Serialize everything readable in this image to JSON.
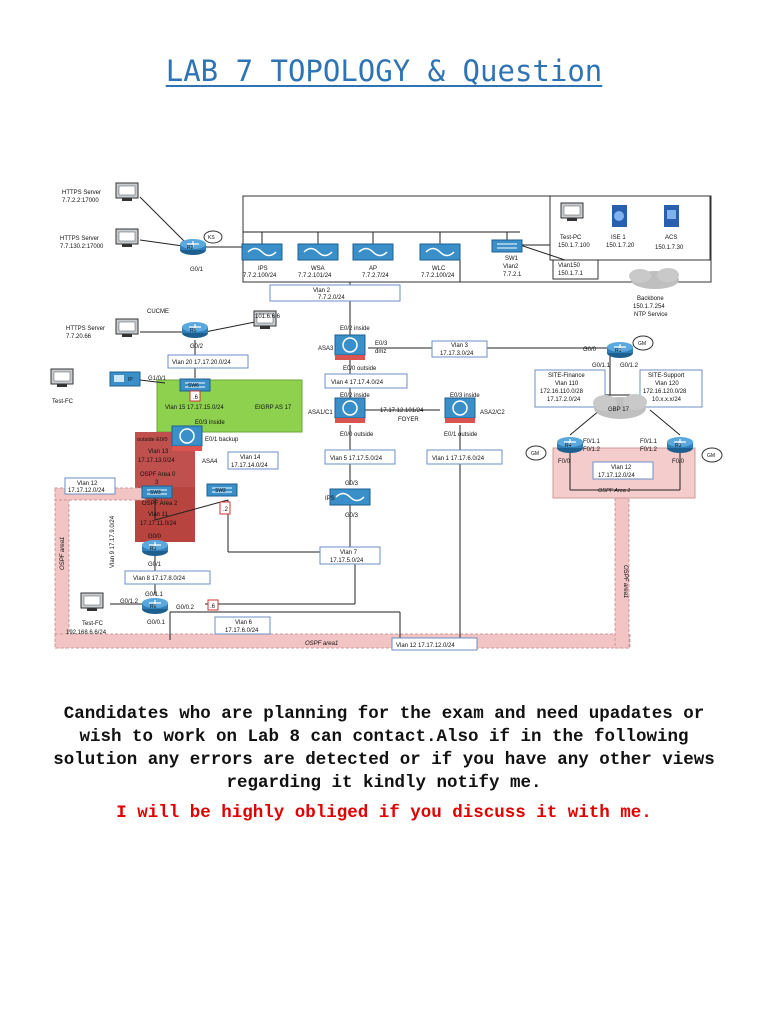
{
  "document": {
    "title": "LAB 7 TOPOLOGY & Question",
    "paragraph": "Candidates who are planning for the exam and need upadates or wish to work on Lab 8 can contact.Also if in the following solution any errors are detected or if you have any other views regarding it kindly notify me.",
    "note": "I will be highly obliged if you discuss it with me.",
    "colors": {
      "title": "#2e74b5",
      "note": "#e00000",
      "router": "#3a8fc9",
      "green_zone": "#8ed14f",
      "red_zone": "#c0504d",
      "ospf_area": "#f2c4c4"
    }
  },
  "diagram": {
    "servers": {
      "s1_name": "HTTPS Server",
      "s1_ip": "7.7.2.2:17000",
      "s2_name": "HTTPS Server",
      "s2_ip": "7.7.130.2:17000",
      "s3_name": "HTTPS Server",
      "s3_ip": "7.7.20.66"
    },
    "r2": {
      "label": "R2",
      "port": "G0/1",
      "ks": "KS"
    },
    "cucme": {
      "label": "CUCME",
      "router": "R5",
      "port": "G0/2",
      "ip": "101.6.6.6"
    },
    "devices": {
      "ips_top_name": "IPS",
      "ips_top_ip": "7.7.2.100/24",
      "wsa_name": "WSA",
      "wsa_ip": "7.7.2.101/24",
      "ap_name": "AP",
      "ap_ip": "7.7.2.7/24",
      "wlc_name": "WLC",
      "wlc_ip": "7.7.2.100/24",
      "sw1_name": "SW1",
      "sw1_vlan": "Vlan2",
      "sw1_ip": "7.7.2.1"
    },
    "site_box": {
      "testpc": "Test-PC",
      "testpc_ip": "150.1.7.100",
      "ise": "ISE 1",
      "ise_ip": "150.1.7.20",
      "acs": "ACS",
      "acs_ip": "150.1.7.30",
      "vlan150": "Vlan150",
      "vlan150_ip": "150.1.7.1"
    },
    "backbone": {
      "label": "Backbone",
      "ip": "150.1.7.254",
      "ntp": "NTP Service"
    },
    "vlans": {
      "v2": "Vlan 2",
      "v2_ip": "7.7.2.0/24",
      "v20": "Vlan 20 17.17.20.0/24",
      "v3": "Vlan 3",
      "v3_ip": "17.17.3.0/24",
      "v4": "Vlan 4 17.17.4.0/24",
      "v5": "Vlan 5 17.17.5.0/24",
      "v1": "Vlan 1 17.17.6.0/24",
      "v7": "Vlan 7",
      "v7_ip": "17.17.5.0/24",
      "v8": "Vlan 8 17.17.8.0/24",
      "v6": "Vlan 6",
      "v6_ip": "17.17.6.0/24",
      "v14": "Vlan 14",
      "v14_ip": "17.17.14.0/24",
      "v12_left": "Vlan 12",
      "v12_left_ip": "17.17.12.0/24",
      "v12_bottom": "Vlan 12 17.17.12.0/24",
      "v9": "Vlan 9 17.17.9.0/24"
    },
    "asa3": {
      "label": "ASA3",
      "e02": "E0/2 inside",
      "e03": "E0/3",
      "dmz": "dmz",
      "e00": "E0/0 outside"
    },
    "asa1": {
      "label": "ASA1/C1",
      "e02": "E0/2 inside",
      "e00": "E0/0 outside"
    },
    "asa2": {
      "label": "ASA2/C2",
      "e03": "E0/3 inside",
      "e01": "E0/1 outside"
    },
    "foyer": {
      "ip": "17.17.12.101/24",
      "label": "FOYER"
    },
    "ips_mid": {
      "label": "IPS",
      "g03a": "G0/3",
      "g03b": "G0/3"
    },
    "r1": {
      "label": "R1",
      "g00": "G0/0",
      "g011": "G0/1.1",
      "g012": "G0/1.2",
      "gm": "GM"
    },
    "site_finance": {
      "title": "SITE-Finance",
      "vlan": "Vlan 110",
      "ip1": "172.16.110.0/28",
      "ip2": "17.17.2.0/24"
    },
    "site_support": {
      "title": "SITE-Support",
      "vlan": "Vlan 120",
      "ip1": "172.16.120.0/28",
      "ip2": "10.x.x.x/24"
    },
    "gbp": "GBP 17",
    "r4": {
      "label": "R4",
      "gm": "GM",
      "f011": "F0/1.1",
      "f012": "F0/1.2",
      "f00": "F0/0"
    },
    "r3b": {
      "label": "R3",
      "gm": "GM",
      "f011": "F0/1.1",
      "f012": "F0/1.2",
      "f00": "F0/0"
    },
    "vlan12_box": {
      "title": "Vlan 12",
      "ip": "17.17.12.0/24",
      "area": "OSPF Area 1"
    },
    "sw6": {
      "label": "SW6",
      "port": "G1/0/1",
      "dot": ".6"
    },
    "green": {
      "vlan15": "Vlan 15 17.17.15.0/24",
      "eigrp": "EIGRP AS 17",
      "e03": "E0/3 inside"
    },
    "red": {
      "outside": "outside E0/0",
      "backup": "E0/1 backup",
      "asa4": "ASA4",
      "vlan13": "Vlan 13",
      "vlan13_ip": "17.17.13.0/24",
      "area0": "OSPF Area 0",
      "num3": "3",
      "area2": "OSPF Area 2",
      "vlan11": "Vlan 11",
      "vlan11_ip": "17.17.11.0/24",
      "g00": "G0/0"
    },
    "sw3": "SW3",
    "sw2": "SW2",
    "dot2": ".2",
    "r3": {
      "label": "R3",
      "g01": "G0/1"
    },
    "r6": {
      "label": "R6",
      "g011": "G0/1.1",
      "g012": "G0/1.2",
      "g01": "G0/0.1",
      "g02": "G0/0.2",
      "dot6": ".6"
    },
    "testfc_top": "Test-FC",
    "ip_phone": "IP",
    "testfc_bottom": "Test-FC",
    "testfc_bottom_ip": "192.168.6.6/24",
    "ospf_area1": "OSPF area1",
    "ospf_area1_left": "OSPF area1",
    "ospf_area1_right": "OSPF area1"
  }
}
